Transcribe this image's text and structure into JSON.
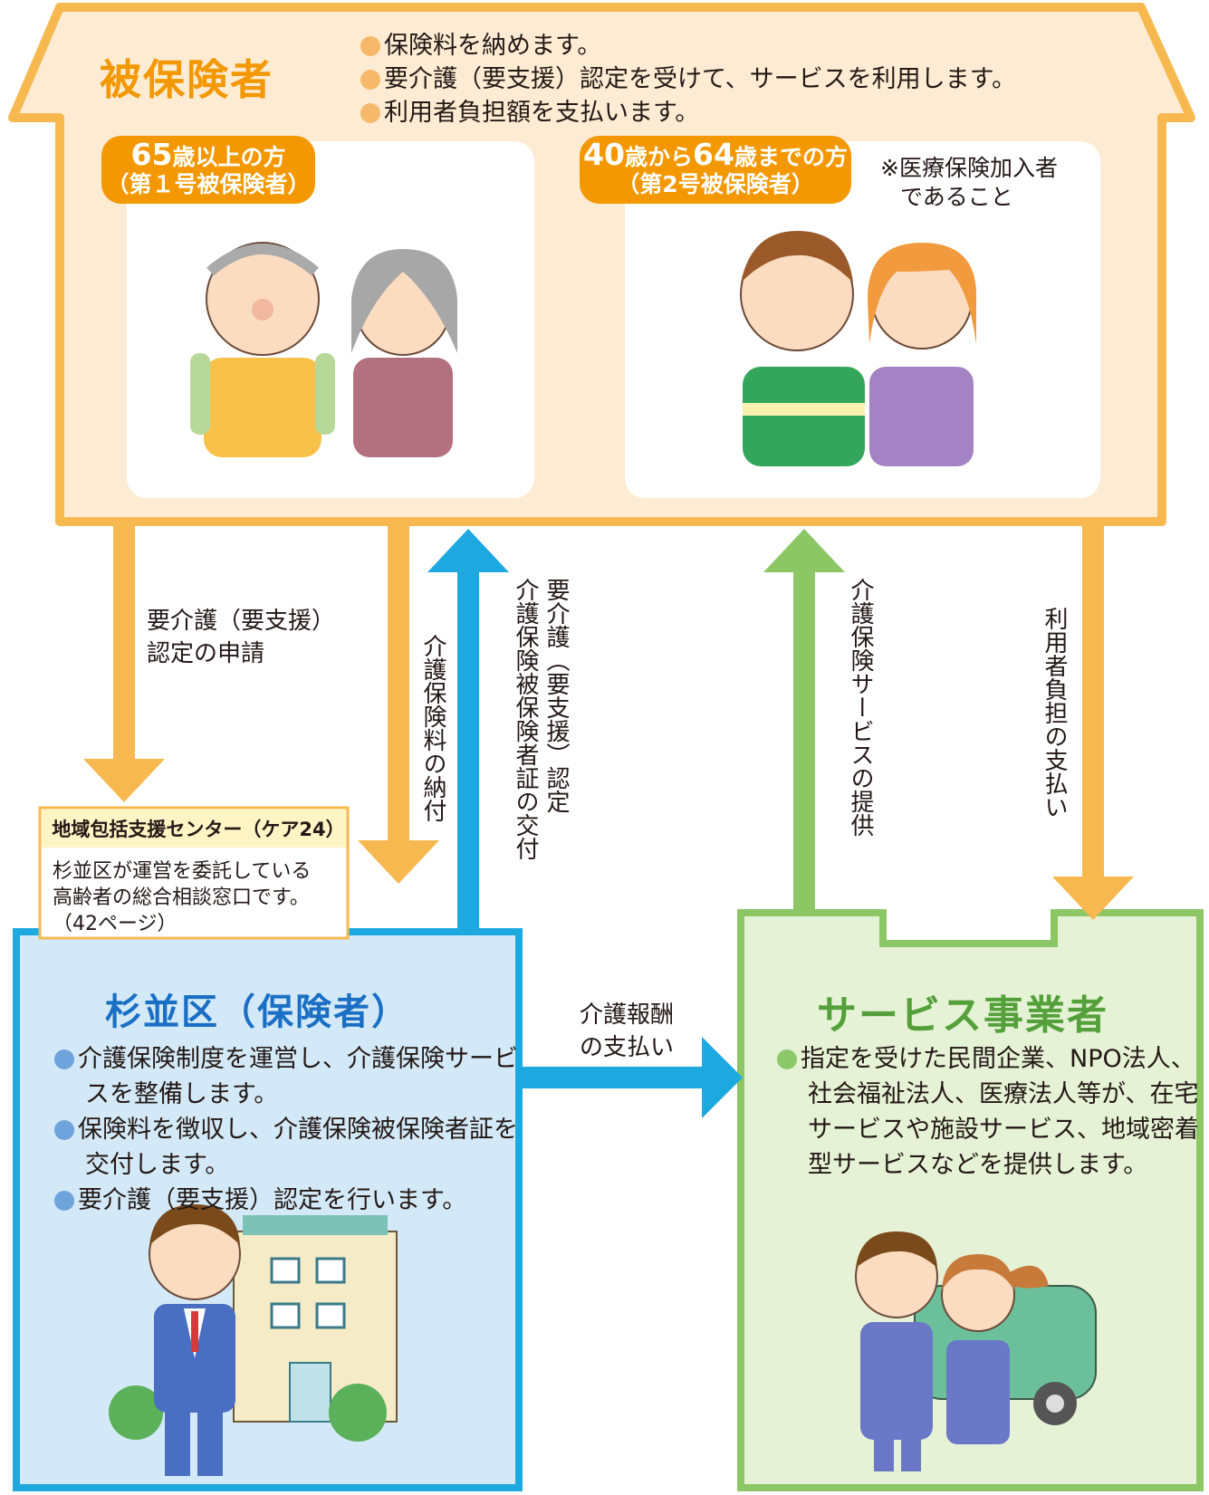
{
  "insured": {
    "title": "被保険者",
    "duties": [
      "保険料を納めます。",
      "要介護（要支援）認定を受けて、サービスを利用します。",
      "利用者負担額を支払います。"
    ],
    "group1": {
      "line1_num": "65",
      "line1_rest": "歳以上の方",
      "line2": "（第１号被保険者）"
    },
    "group2": {
      "line1_a": "40",
      "line1_b": "歳から",
      "line1_c": "64",
      "line1_d": "歳までの方",
      "line2": "（第2号被保険者）"
    },
    "note_line1": "※医療保険加入者",
    "note_line2": "であること"
  },
  "flows": {
    "apply": [
      "要介護（要支援）",
      "認定の申請"
    ],
    "premium_payment": "介護保険料の納付",
    "certification_col1": "要介護（要支援）認定",
    "certification_col2": "介護保険被保険者証の交付",
    "service_provision": "介護保険サービスの提供",
    "copayment": "利用者負担の支払い",
    "fee_payment": [
      "介護報酬",
      "の支払い"
    ]
  },
  "center": {
    "title": "地域包括支援センター（ケア24）",
    "desc": [
      "杉並区が運営を委託している",
      "高齢者の総合相談窓口です。",
      "（42ページ）"
    ]
  },
  "ward": {
    "title": "杉並区（保険者）",
    "items": [
      "介護保険制度を運営し、介護保険サービスを整備します。",
      "保険料を徴収し、介護保険被保険者証を交付します。",
      "要介護（要支援）認定を行います。"
    ]
  },
  "provider": {
    "title": "サービス事業者",
    "desc": "指定を受けた民間企業、NPO法人、社会福祉法人、医療法人等が、在宅サービスや施設サービス、地域密着型サービスなどを提供します。"
  },
  "colors": {
    "orange": "#f39800",
    "orange_light": "#f7b94f",
    "house_fill": "#fdebd3",
    "blue": "#1ea8e0",
    "blue_fill": "#d3e9f7",
    "green": "#8cc665",
    "green_fill": "#e5f2d5",
    "center_fill": "#fff4c4"
  }
}
